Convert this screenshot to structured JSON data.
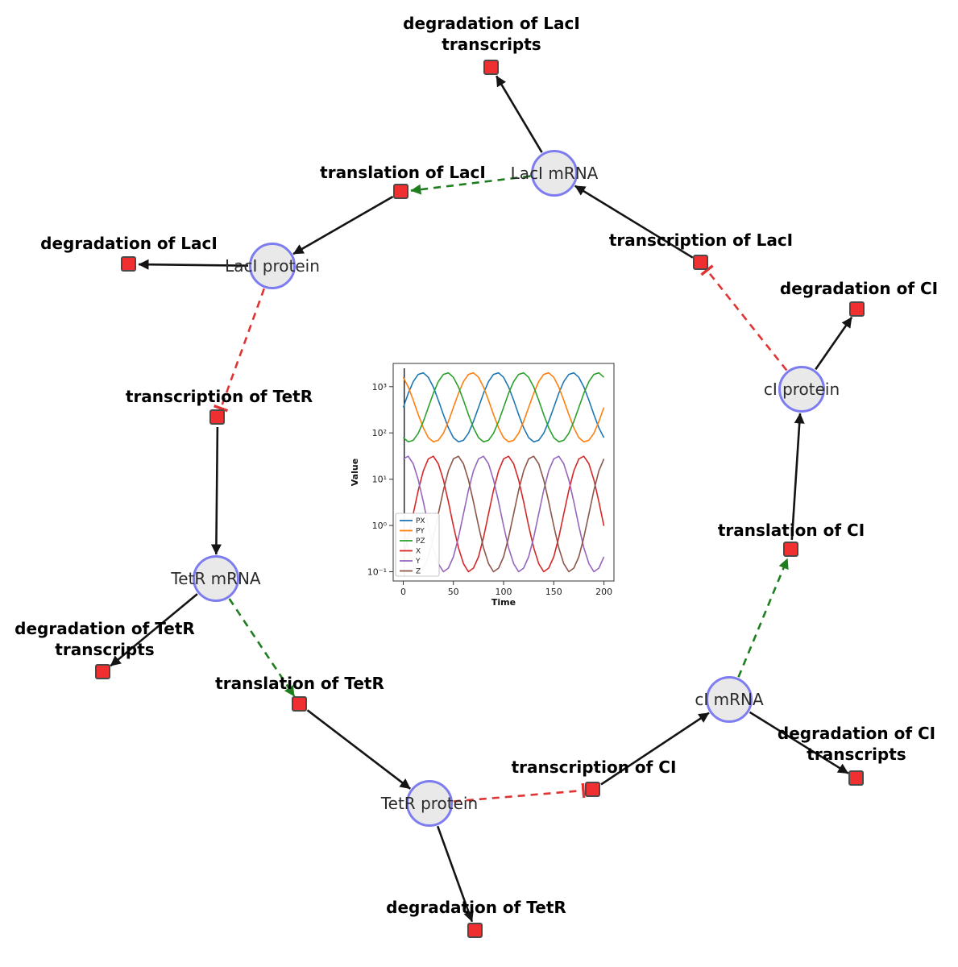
{
  "diagram": {
    "species": [
      {
        "label": "LacI mRNA"
      },
      {
        "label": "LacI protein"
      },
      {
        "label": "TetR mRNA"
      },
      {
        "label": "TetR protein"
      },
      {
        "label": "cI mRNA"
      },
      {
        "label": "cI protein"
      }
    ],
    "reactions": [
      {
        "label": "degradation of LacI transcripts"
      },
      {
        "label": "translation of LacI"
      },
      {
        "label": "degradation of LacI"
      },
      {
        "label": "transcription of LacI"
      },
      {
        "label": "degradation of CI"
      },
      {
        "label": "transcription of TetR"
      },
      {
        "label": "translation of CI"
      },
      {
        "label": "degradation of TetR transcripts"
      },
      {
        "label": "translation of TetR"
      },
      {
        "label": "degradation of CI transcripts"
      },
      {
        "label": "transcription of CI"
      },
      {
        "label": "degradation of TetR"
      }
    ],
    "colors": {
      "species_fill": "#e9e9e9",
      "species_border": "#7d7df0",
      "reaction_fill": "#f03030",
      "reaction_border": "#4a4a4a",
      "edge": "#141414",
      "modifier_edge": "#1e7d1e",
      "inhibition_edge": "#e23333"
    }
  },
  "chart_data": {
    "type": "line",
    "title": "",
    "xlabel": "Time",
    "ylabel": "Value",
    "y_scale": "log",
    "x_range": [
      -10,
      210
    ],
    "y_range_log10": [
      -1.2,
      3.5
    ],
    "x_ticks": [
      0,
      50,
      100,
      150,
      200
    ],
    "y_ticks": [
      {
        "value": 0.1,
        "label": "10⁻¹"
      },
      {
        "value": 1,
        "label": "10⁰"
      },
      {
        "value": 10,
        "label": "10¹"
      },
      {
        "value": 100,
        "label": "10²"
      },
      {
        "value": 1000,
        "label": "10³"
      }
    ],
    "legend_position": "lower left",
    "grid": false,
    "x": [
      0,
      5,
      10,
      15,
      20,
      25,
      30,
      35,
      40,
      45,
      50,
      55,
      60,
      65,
      70,
      75,
      80,
      85,
      90,
      95,
      100,
      105,
      110,
      115,
      120,
      125,
      130,
      135,
      140,
      145,
      150,
      155,
      160,
      165,
      170,
      175,
      180,
      185,
      190,
      195,
      200
    ],
    "series": [
      {
        "name": "PX",
        "color": "#1f77b4",
        "values": [
          355,
          716,
          1279,
          1832,
          1978,
          1585,
          980,
          508,
          248,
          129,
          79,
          64,
          69,
          98,
          176,
          355,
          716,
          1279,
          1832,
          1978,
          1585,
          980,
          508,
          248,
          129,
          79,
          64,
          69,
          98,
          176,
          355,
          716,
          1279,
          1832,
          1978,
          1585,
          980,
          508,
          248,
          129,
          79
        ]
      },
      {
        "name": "PY",
        "color": "#ff7f0e",
        "values": [
          1585,
          980,
          508,
          248,
          129,
          79,
          64,
          69,
          98,
          176,
          355,
          716,
          1279,
          1832,
          1978,
          1585,
          980,
          508,
          248,
          129,
          79,
          64,
          69,
          98,
          176,
          355,
          716,
          1279,
          1832,
          1978,
          1585,
          980,
          508,
          248,
          129,
          79,
          64,
          69,
          98,
          176,
          355
        ]
      },
      {
        "name": "PZ",
        "color": "#2ca02c",
        "values": [
          79,
          64,
          69,
          98,
          176,
          355,
          716,
          1279,
          1832,
          1978,
          1585,
          980,
          508,
          248,
          129,
          79,
          64,
          69,
          98,
          176,
          355,
          716,
          1279,
          1832,
          1978,
          1585,
          980,
          508,
          248,
          129,
          79,
          64,
          69,
          98,
          176,
          355,
          716,
          1279,
          1832,
          1978,
          1585
        ]
      },
      {
        "name": "X",
        "color": "#d62728",
        "values": [
          0.21,
          0.55,
          1.78,
          5.74,
          15.1,
          27.5,
          31.2,
          21.5,
          9.66,
          3.24,
          0.98,
          0.33,
          0.15,
          0.1,
          0.12,
          0.21,
          0.55,
          1.78,
          5.74,
          15.1,
          27.5,
          31.2,
          21.5,
          9.66,
          3.24,
          0.98,
          0.33,
          0.15,
          0.1,
          0.12,
          0.21,
          0.55,
          1.78,
          5.74,
          15.1,
          27.5,
          31.2,
          21.5,
          9.66,
          3.24,
          0.98
        ]
      },
      {
        "name": "Y",
        "color": "#9467bd",
        "values": [
          27.5,
          31.2,
          21.5,
          9.66,
          3.24,
          0.98,
          0.33,
          0.15,
          0.1,
          0.12,
          0.21,
          0.55,
          1.78,
          5.74,
          15.1,
          27.5,
          31.2,
          21.5,
          9.66,
          3.24,
          0.98,
          0.33,
          0.15,
          0.1,
          0.12,
          0.21,
          0.55,
          1.78,
          5.74,
          15.1,
          27.5,
          31.2,
          21.5,
          9.66,
          3.24,
          0.98,
          0.33,
          0.15,
          0.1,
          0.12,
          0.21
        ]
      },
      {
        "name": "Z",
        "color": "#8c564b",
        "values": [
          0.98,
          0.33,
          0.15,
          0.1,
          0.12,
          0.21,
          0.55,
          1.78,
          5.74,
          15.1,
          27.5,
          31.2,
          21.5,
          9.66,
          3.24,
          0.98,
          0.33,
          0.15,
          0.1,
          0.12,
          0.21,
          0.55,
          1.78,
          5.74,
          15.1,
          27.5,
          31.2,
          21.5,
          9.66,
          3.24,
          0.98,
          0.33,
          0.15,
          0.1,
          0.12,
          0.21,
          0.55,
          1.78,
          5.74,
          15.1,
          27.5
        ]
      }
    ]
  }
}
